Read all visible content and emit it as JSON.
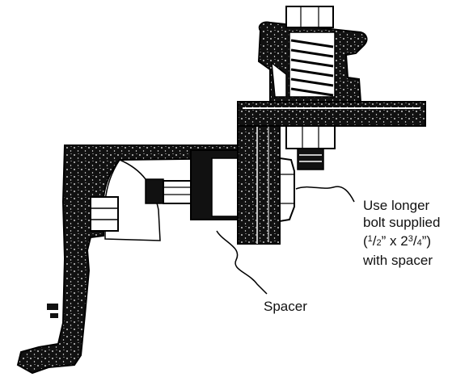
{
  "figure": {
    "bolt_callout": {
      "line1": "Use longer",
      "line2": "bolt supplied",
      "line3_open": "(",
      "line3_n1": "1",
      "line3_d1": "2",
      "line3_mid": "” x 2",
      "line3_n2": "3",
      "line3_d2": "4",
      "line3_close": "”)",
      "line4": "with spacer"
    },
    "spacer_callout": "Spacer"
  }
}
